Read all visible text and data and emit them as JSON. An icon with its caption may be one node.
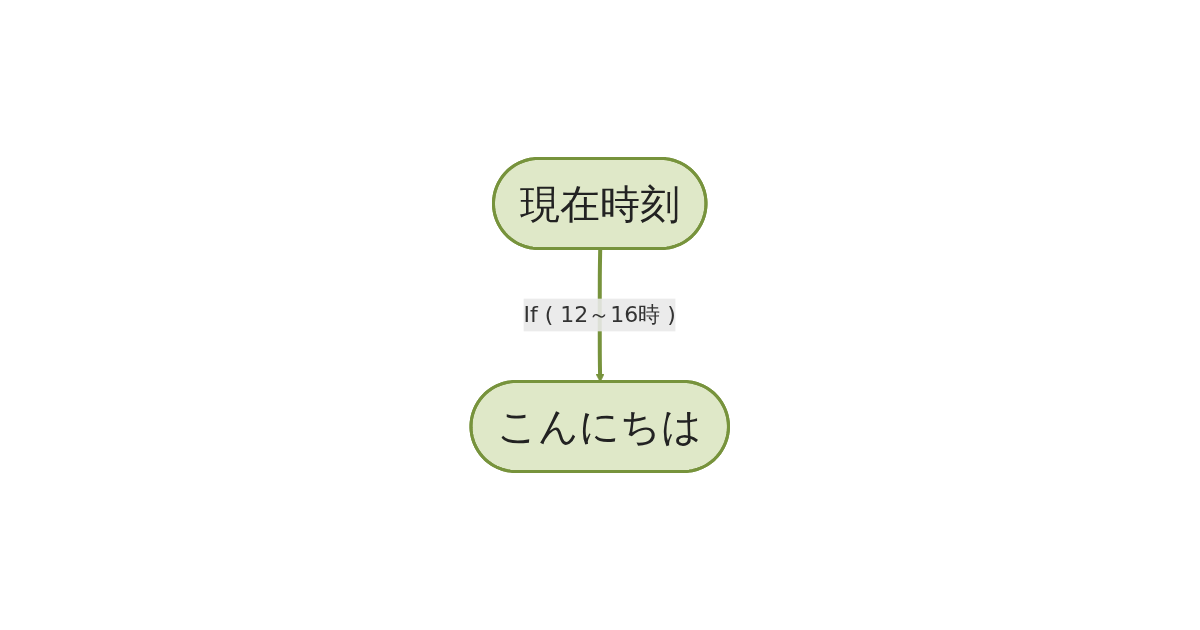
{
  "diagram": {
    "nodes": [
      {
        "text": [
          "現在時刻"
        ]
      },
      {
        "text": [
          "こんにちは"
        ]
      }
    ],
    "edges": [
      {
        "from": 0,
        "to": 1,
        "arrow": "to",
        "label": "If ( 12～16時 )"
      }
    ]
  }
}
